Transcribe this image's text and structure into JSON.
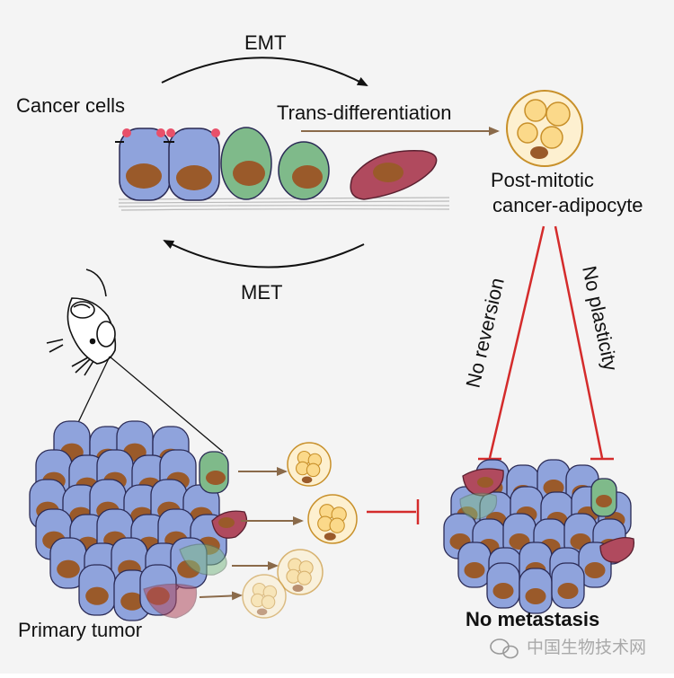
{
  "labels": {
    "emt": "EMT",
    "met": "MET",
    "cancer_cells": "Cancer cells",
    "trans_differentiation": "Trans-differentiation",
    "post_mitotic": "Post-mitotic",
    "cancer_adipocyte": "cancer-adipocyte",
    "no_reversion": "No reversion",
    "no_plasticity": "No plasticity",
    "primary_tumor": "Primary tumor",
    "no_metastasis": "No metastasis",
    "watermark": "中国生物技术网"
  },
  "colors": {
    "epithelial_cell": "#8fa3dc",
    "nucleus": "#9a5a2a",
    "mesenchymal_green": "#7fba8a",
    "mesenchymal_red": "#b04a5e",
    "adipocyte_fill": "#fbd98a",
    "adipocyte_stroke": "#c8902a",
    "inhibit_red": "#d42b2b",
    "arrow_brown": "#8a6a4a"
  }
}
